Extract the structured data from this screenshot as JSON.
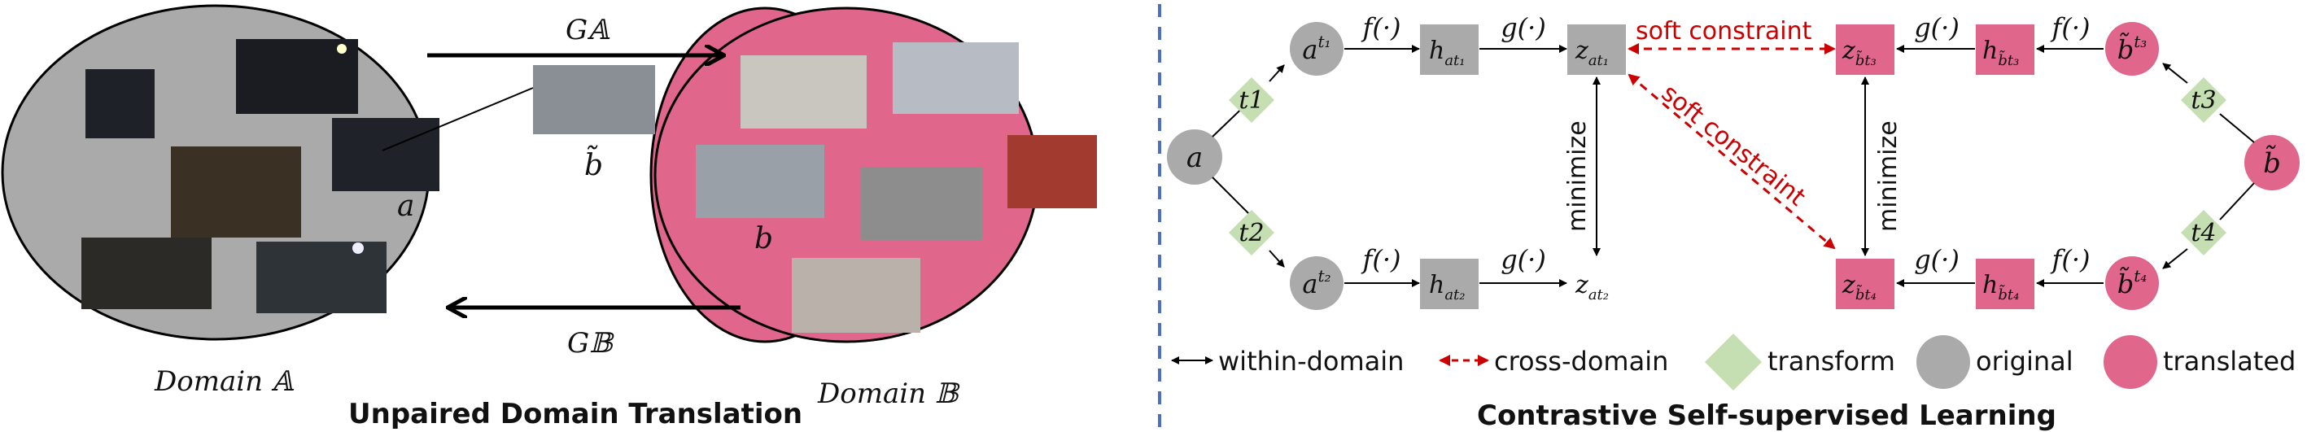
{
  "left": {
    "caption": "Unpaired Domain Translation",
    "domain_a_label": "Domain 𝔸",
    "domain_b_label": "Domain 𝔹",
    "forward_map": "G𝔸",
    "backward_map": "G𝔹",
    "image_a_label": "a",
    "image_b_label": "b",
    "translated_label": "b̃",
    "colors": {
      "domain_a": "#aaaaaa",
      "domain_b": "#e0668c"
    }
  },
  "right": {
    "caption": "Contrastive Self-supervised Learning",
    "source_a": "a",
    "source_btilde": "b̃",
    "transforms": [
      "t1",
      "t2",
      "t3",
      "t4"
    ],
    "f_label": "f(·)",
    "g_label": "g(·)",
    "soft_constraint": "soft constraint",
    "minimize": "minimize",
    "legend": {
      "within": "within-domain",
      "cross": "cross-domain",
      "transform": "transform",
      "original": "original",
      "translated": "translated"
    },
    "colors": {
      "gray": "#aaaaaa",
      "pink": "#e0668c",
      "green": "#c6dfb2",
      "red": "#cc0000"
    }
  }
}
